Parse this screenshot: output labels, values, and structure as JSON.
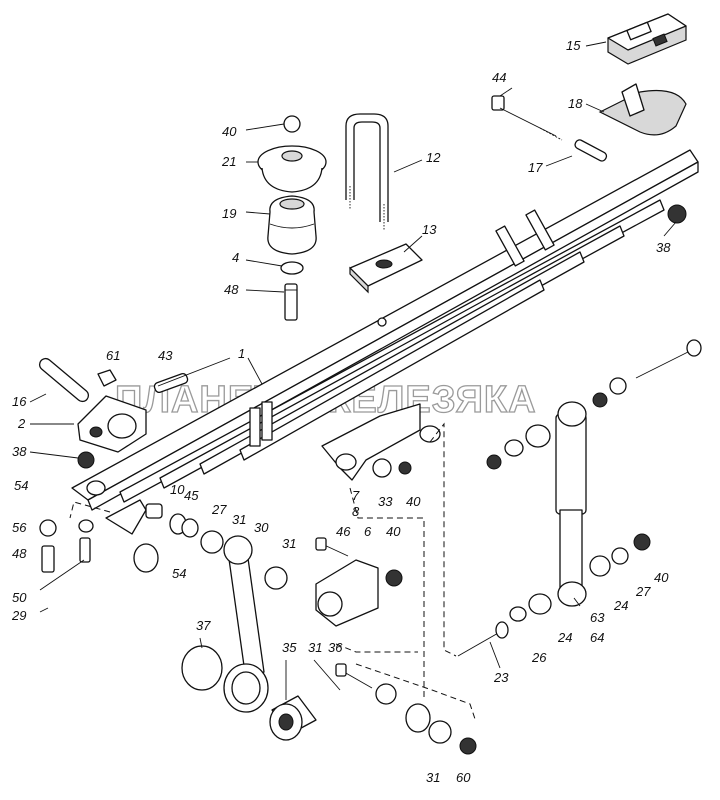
{
  "watermark": "ПЛАНЕТА ЖЕЛЕЗЯКА",
  "labels": {
    "p1": "1",
    "p2": "2",
    "p4": "4",
    "p6": "6",
    "p7": "7",
    "p8": "8",
    "p10": "10",
    "p12": "12",
    "p13": "13",
    "p15": "15",
    "p16": "16",
    "p17": "17",
    "p18": "18",
    "p19": "19",
    "p21": "21",
    "p23": "23",
    "p24a": "24",
    "p24b": "24",
    "p26": "26",
    "p27a": "27",
    "p27b": "27",
    "p29": "29",
    "p30": "30",
    "p31a": "31",
    "p31b": "31",
    "p31c": "31",
    "p31d": "31",
    "p33": "33",
    "p35": "35",
    "p36": "36",
    "p37": "37",
    "p38a": "38",
    "p38b": "38",
    "p40a": "40",
    "p40b": "40",
    "p40c": "40",
    "p40d": "40",
    "p43": "43",
    "p44": "44",
    "p45": "45",
    "p46": "46",
    "p48a": "48",
    "p48b": "48",
    "p50": "50",
    "p54a": "54",
    "p54b": "54",
    "p56": "56",
    "p60": "60",
    "p61": "61",
    "p63": "63",
    "p64": "64"
  }
}
